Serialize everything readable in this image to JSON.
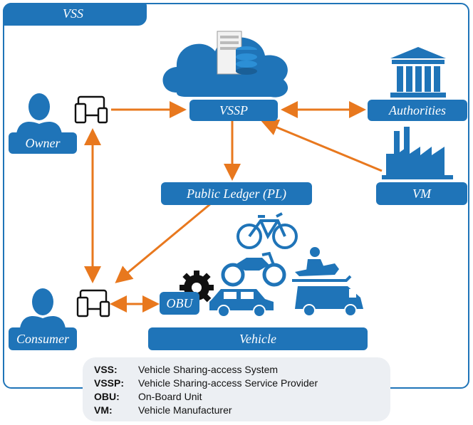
{
  "system_label": "VSS",
  "nodes": {
    "vssp": "VSSP",
    "authorities": "Authorities",
    "owner": "Owner",
    "public_ledger": "Public Ledger (PL)",
    "vm": "VM",
    "consumer": "Consumer",
    "obu": "OBU",
    "vehicle": "Vehicle"
  },
  "legend": [
    {
      "abbr": "VSS:",
      "text": "Vehicle Sharing-access System"
    },
    {
      "abbr": "VSSP:",
      "text": "Vehicle Sharing-access Service Provider"
    },
    {
      "abbr": "OBU:",
      "text": "On-Board Unit"
    },
    {
      "abbr": "VM:",
      "text": "Vehicle Manufacturer"
    }
  ],
  "colors": {
    "primary": "#1f74b8",
    "arrow": "#e8781e",
    "legend_bg": "#eceff3"
  }
}
